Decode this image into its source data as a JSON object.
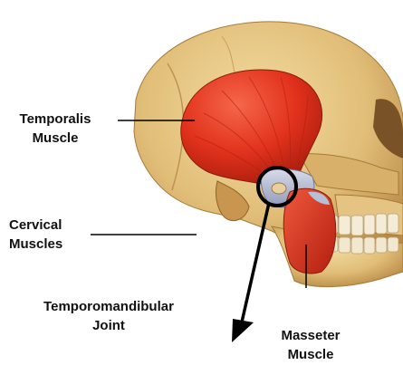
{
  "labels": {
    "temporalis": {
      "line1": "Temporalis",
      "line2": "Muscle"
    },
    "cervical": {
      "line1": "Cervical",
      "line2": "Muscles"
    },
    "tmj": {
      "line1": "Temporomandibular",
      "line2": "Joint"
    },
    "masseter": {
      "line1": "Masseter",
      "line2": "Muscle"
    }
  },
  "colors": {
    "bone": "#e3c27e",
    "bone_shadow": "#c79a52",
    "muscle": "#e2321d",
    "muscle_dark": "#b5200f",
    "tendon": "#a9b4d0",
    "teeth": "#f4ecd6",
    "leader_line": "#000000"
  }
}
